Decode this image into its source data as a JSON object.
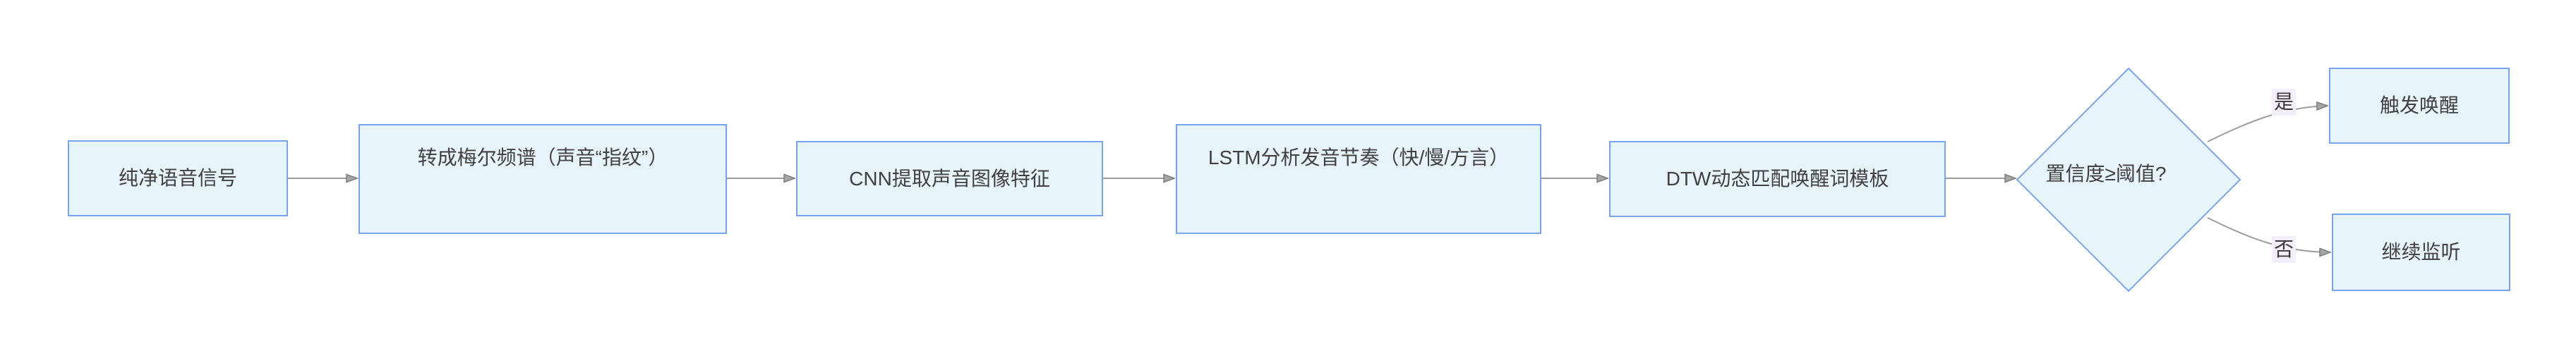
{
  "colors": {
    "canvas_background": "#ffffff",
    "node_fill": "#e8f4fc",
    "node_stroke": "#77a4f2",
    "node_text": "#404040",
    "connector_line": "#9d9d9d",
    "arrowhead_fill": "#a6a6a6",
    "arrowhead_stroke": "#7f7f7f",
    "branch_label_background": "#f3eefb"
  },
  "flowchart": {
    "nodes": [
      {
        "id": "clean-speech",
        "type": "process",
        "label": "纯净语音信号"
      },
      {
        "id": "mel-spectrogram",
        "type": "process",
        "label": "转成梅尔频谱（声音“指纹”）"
      },
      {
        "id": "cnn-features",
        "type": "process",
        "label": "CNN提取声音图像特征"
      },
      {
        "id": "lstm-rhythm",
        "type": "process",
        "label": "LSTM分析发音节奏（快/慢/方言）"
      },
      {
        "id": "dtw-match",
        "type": "process",
        "label": "DTW动态匹配唤醒词模板"
      },
      {
        "id": "confidence-check",
        "type": "decision",
        "label": "置信度≥阈值?"
      },
      {
        "id": "trigger-wake",
        "type": "process",
        "label": "触发唤醒"
      },
      {
        "id": "continue-listen",
        "type": "process",
        "label": "继续监听"
      }
    ],
    "edges": [
      {
        "from": "clean-speech",
        "to": "mel-spectrogram",
        "label": ""
      },
      {
        "from": "mel-spectrogram",
        "to": "cnn-features",
        "label": ""
      },
      {
        "from": "cnn-features",
        "to": "lstm-rhythm",
        "label": ""
      },
      {
        "from": "lstm-rhythm",
        "to": "dtw-match",
        "label": ""
      },
      {
        "from": "dtw-match",
        "to": "confidence-check",
        "label": ""
      },
      {
        "from": "confidence-check",
        "to": "trigger-wake",
        "label": "是"
      },
      {
        "from": "confidence-check",
        "to": "continue-listen",
        "label": "否"
      }
    ]
  }
}
